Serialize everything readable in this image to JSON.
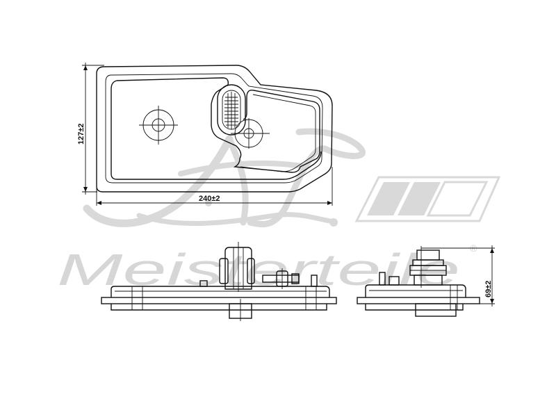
{
  "watermark": {
    "brand": "A.L. Meisterteile",
    "brand_word": "Meisterteile",
    "registered_mark": "®"
  },
  "dimensions": {
    "height_label": "127±2",
    "width_label": "240±2",
    "depth_label": "69±2"
  }
}
